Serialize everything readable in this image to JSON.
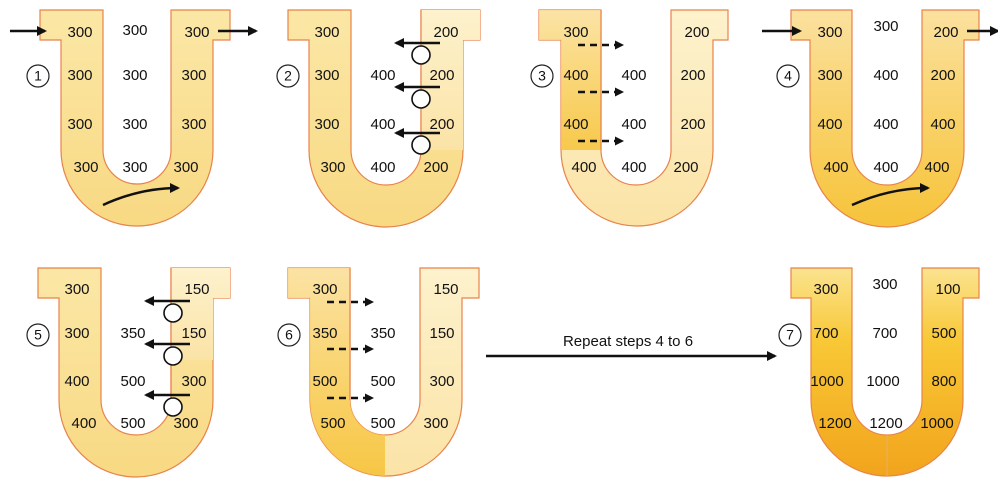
{
  "diagram": {
    "step_numbers": [
      "1",
      "2",
      "3",
      "4",
      "5",
      "6",
      "7"
    ],
    "repeat_label": "Repeat steps 4 to 6",
    "panels": [
      {
        "step": "1",
        "left": [
          "300",
          "300",
          "300",
          "300"
        ],
        "middle": [
          "300",
          "300",
          "300",
          "300"
        ],
        "right": [
          "300",
          "300",
          "300",
          "300"
        ]
      },
      {
        "step": "2",
        "left": [
          "300",
          "300",
          "300",
          "300"
        ],
        "middle": [
          "400",
          "400",
          "400"
        ],
        "right": [
          "200",
          "200",
          "200",
          "200"
        ]
      },
      {
        "step": "3",
        "left": [
          "300",
          "400",
          "400",
          "400"
        ],
        "middle": [
          "400",
          "400",
          "400"
        ],
        "right": [
          "200",
          "200",
          "200",
          "200"
        ]
      },
      {
        "step": "4",
        "left": [
          "300",
          "300",
          "400",
          "400"
        ],
        "middle": [
          "300",
          "400",
          "400",
          "400"
        ],
        "right": [
          "200",
          "200",
          "400",
          "400"
        ]
      },
      {
        "step": "5",
        "left": [
          "300",
          "300",
          "400",
          "400"
        ],
        "middle": [
          "350",
          "500",
          "500"
        ],
        "right": [
          "150",
          "150",
          "300",
          "300"
        ]
      },
      {
        "step": "6",
        "left": [
          "300",
          "350",
          "500",
          "500"
        ],
        "middle": [
          "350",
          "500",
          "500"
        ],
        "right": [
          "150",
          "150",
          "300",
          "300"
        ]
      },
      {
        "step": "7",
        "left": [
          "300",
          "700",
          "1000",
          "1200"
        ],
        "middle": [
          "300",
          "700",
          "1000",
          "1200"
        ],
        "right": [
          "100",
          "500",
          "800",
          "1000"
        ]
      }
    ]
  }
}
